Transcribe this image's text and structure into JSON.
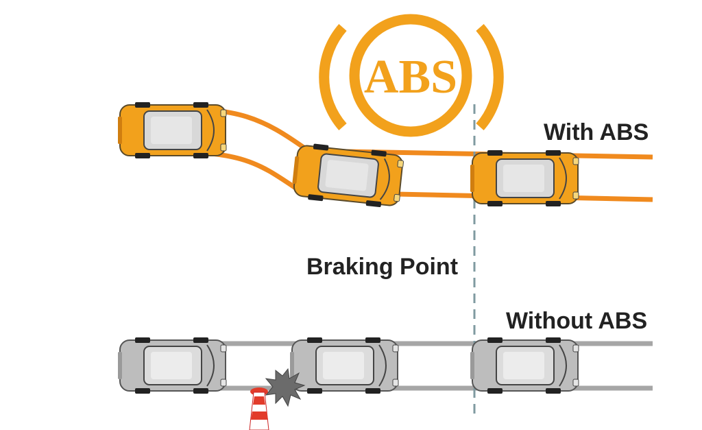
{
  "colors": {
    "accent_orange": "#F2A11C",
    "track_orange": "#F08A1E",
    "track_gray": "#A6A6A6",
    "car_gray": "#BDBDBD",
    "braking_line": "#7F9AA0",
    "text": "#222222"
  },
  "icons": {
    "abs_warning": "abs-warning-icon",
    "cone": "traffic-cone-icon",
    "impact": "collision-burst-icon"
  },
  "abs_badge": {
    "text": "ABS"
  },
  "labels": {
    "with_abs": "With ABS",
    "braking_point": "Braking Point",
    "without_abs": "Without ABS"
  }
}
